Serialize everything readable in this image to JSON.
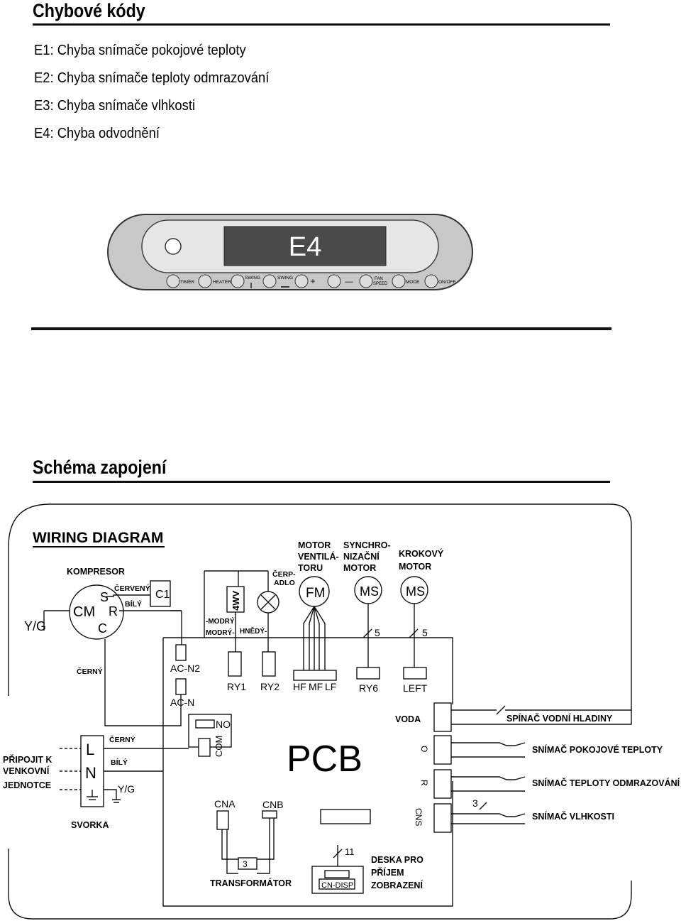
{
  "error_codes": {
    "title": "Chybové kódy",
    "items": [
      "E1: Chyba snímače pokojové teploty",
      "E2: Chyba snímače teploty odmrazování",
      "E3: Chyba snímače vlhkosti",
      "E4: Chyba odvodnění"
    ]
  },
  "panel": {
    "display": "E4",
    "buttons": [
      "TIMER",
      "HEATER",
      "SWING",
      "SWING",
      "+",
      "—",
      "FAN SPEED",
      "MODE",
      "ON/OFF"
    ]
  },
  "wiring": {
    "title": "Schéma zapojení",
    "heading": "WIRING DIAGRAM",
    "labels": {
      "kompresor": "KOMPRESOR",
      "cerveny": "ČERVENÝ",
      "bily": "BÍLÝ",
      "c1": "C1",
      "yg": "Y/G",
      "cm": "CM",
      "s": "S",
      "r": "R",
      "c": "C",
      "wv": "4WV",
      "modry1": "-MODRÝ",
      "modry2": "MODRÝ-",
      "hnedy": "HNĚDÝ-",
      "cerp1": "ČERP-",
      "cerp2": "ADLO",
      "motor_vent1": "MOTOR",
      "motor_vent2": "VENTILÁ-",
      "motor_vent3": "TORU",
      "fm": "FM",
      "sync1": "SYNCHRO-",
      "sync2": "NIZAČNÍ",
      "sync3": "MOTOR",
      "ms": "MS",
      "krok1": "KROKOVÝ",
      "krok2": "MOTOR",
      "five": "5",
      "cerny": "ČERNÝ",
      "acn2": "AC-N2",
      "acn": "AC-N",
      "ry1": "RY1",
      "ry2": "RY2",
      "hf": "HF",
      "mf": "MF",
      "lf": "LF",
      "ry6": "RY6",
      "left": "LEFT",
      "voda": "VODA",
      "spinac": "SPÍNAČ VODNÍ HLADINY",
      "no": "NO",
      "com": "COM",
      "pcb": "PCB",
      "pripojit1": "PŘIPOJIT K",
      "pripojit2": "VENKOVNÍ",
      "pripojit3": "JEDNOTCE",
      "l": "L",
      "n": "N",
      "svorka": "SVORKA",
      "o": "O",
      "r2": "R",
      "cns": "CNS",
      "three": "3",
      "snimac_pok": "SNÍMAČ POKOJOVÉ TEPLOTY",
      "snimac_odm": "SNÍMAČ TEPLOTY ODMRAZOVÁNÍ",
      "snimac_vlh": "SNÍMAČ VLHKOSTI",
      "cna": "CNA",
      "cnb": "CNB",
      "eleven": "11",
      "transformator": "TRANSFORMÁTOR",
      "cndisp": "CN-DISP",
      "deska1": "DESKA PRO",
      "deska2": "PŘÍJEM",
      "deska3": "ZOBRAZENÍ"
    }
  }
}
